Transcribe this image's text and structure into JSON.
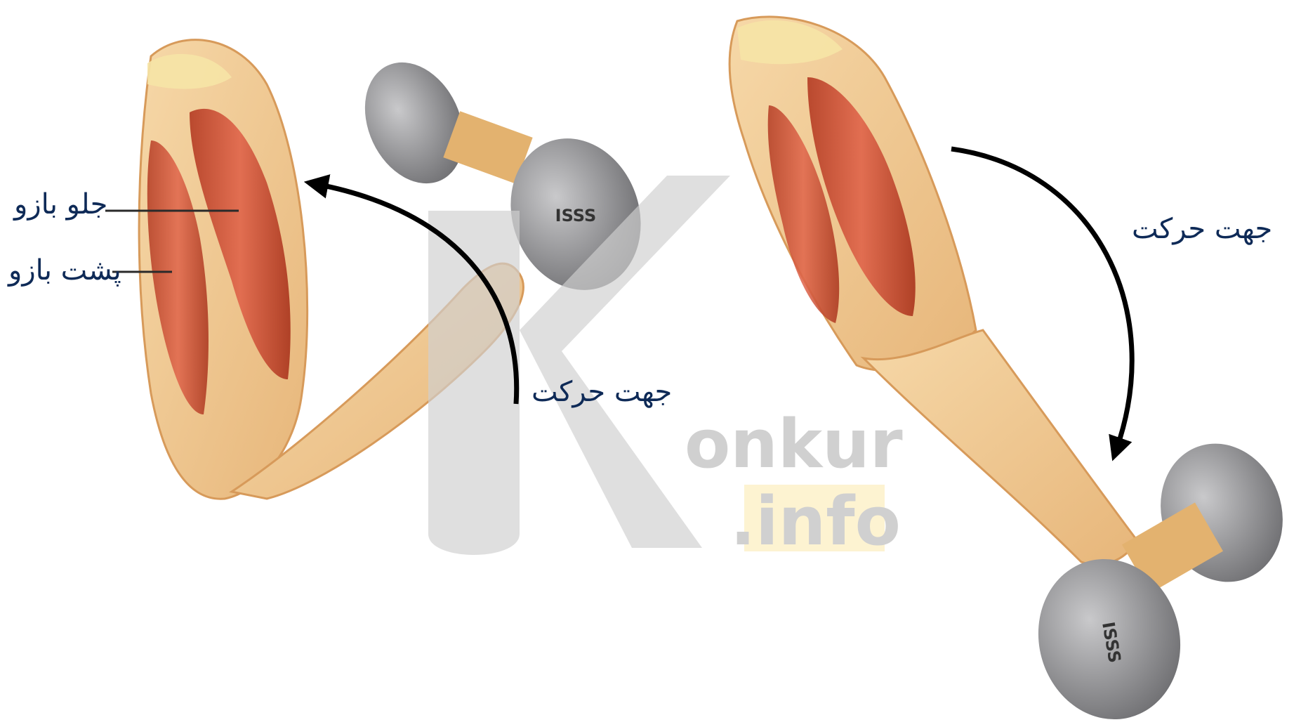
{
  "labels": {
    "biceps": "جلو بازو",
    "triceps": "پشت بازو",
    "motion_left": "جهت حرکت",
    "motion_right": "جهت حرکت"
  },
  "watermark": {
    "word": "onkur",
    "suffix": ".info"
  },
  "dumbbell_mark": "ISSS",
  "colors": {
    "label_text": "#0e2a57",
    "arrow": "#000000",
    "skin": "#f2c98e",
    "muscle": "#c9472b",
    "dumbbell": "#8e8e90",
    "watermark_gray": "#c8c8c8",
    "watermark_yellow": "#fdf1c9"
  }
}
